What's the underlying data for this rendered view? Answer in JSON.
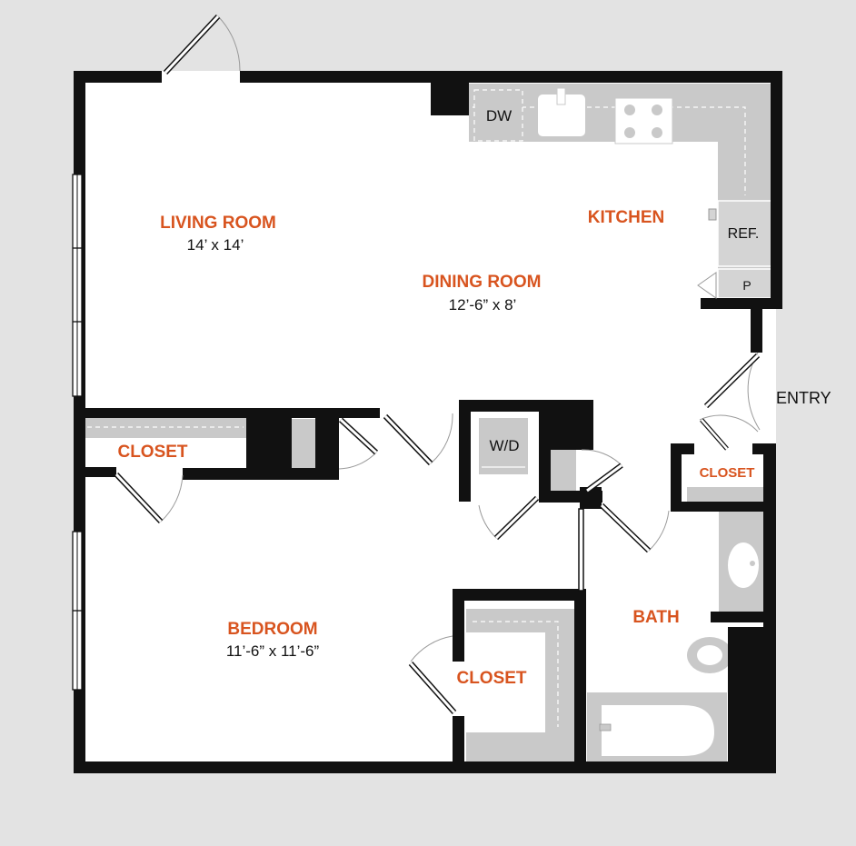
{
  "plan": {
    "rooms": {
      "living": {
        "name": "LIVING ROOM",
        "dims": "14’ x 14’"
      },
      "dining": {
        "name": "DINING ROOM",
        "dims": "12’-6” x 8’"
      },
      "kitchen": {
        "name": "KITCHEN"
      },
      "bedroom": {
        "name": "BEDROOM",
        "dims": "11’-6” x 11’-6”"
      },
      "bath": {
        "name": "BATH"
      },
      "closet_left": {
        "name": "CLOSET"
      },
      "closet_bed": {
        "name": "CLOSET"
      },
      "closet_entry": {
        "name": "CLOSET"
      }
    },
    "fixtures": {
      "dishwasher": "DW",
      "refrigerator": "REF.",
      "pantry": "P",
      "washer_dryer": "W/D"
    },
    "entry_label": "ENTRY",
    "colors": {
      "wall": "#111111",
      "room_label": "#d8541f",
      "counter": "#c9c9c9",
      "background": "#e3e3e3",
      "floor": "#ffffff"
    }
  }
}
